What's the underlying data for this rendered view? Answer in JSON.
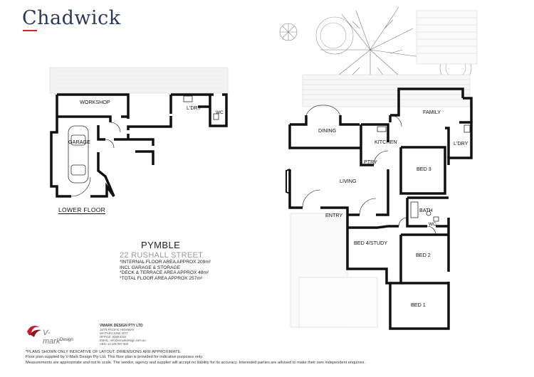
{
  "brand": {
    "name": "Chadwick",
    "accent": "#d1232a",
    "color": "#2b3a57"
  },
  "lower_floor": {
    "title": "LOWER FLOOR",
    "rooms": {
      "workshop": "WORKSHOP",
      "laundry": "L'DRY",
      "wc": "WC",
      "garage": "GARAGE"
    }
  },
  "upper_floor": {
    "rooms": {
      "dining": "DINING",
      "family": "FAMILY",
      "kitchen": "KITCHEN",
      "pantry": "PTRY",
      "laundry": "L'DRY",
      "bed3": "BED 3",
      "living": "LIVING",
      "bath": "BATH",
      "entry": "ENTRY",
      "wc": "WC",
      "bed4": "BED 4/STUDY",
      "bed2": "BED 2",
      "bed1": "BED 1"
    }
  },
  "property": {
    "suburb": "PYMBLE",
    "street": "22 RUSHALL STREET",
    "details": [
      "*INTERNAL FLOOR AREA APPROX 209m²",
      "INCL GARAGE & STORAGE",
      "*DECK & TERRACE AREA APPROX 48m²",
      "*TOTAL FLOOR AREA APPROX 257m²"
    ]
  },
  "vmark": {
    "logo_text": "V-mark",
    "logo_sub": "Design",
    "company": "VMARK DESIGN PTY LTD",
    "address_lines": [
      "18/73 PACIFIC HIGHWAY",
      "WAITARA NSW 2077",
      "OFFICE: 9489 8322",
      "EMAIL: info@vmarkdesign.com.au",
      "ABN: 12 108 067 500"
    ]
  },
  "disclaimer": {
    "line1": "*PLANS SHOWN ONLY INDICATIVE OF LAYOUT. DIMENSIONS ARE APPROXIMATE.",
    "line2": "Floor plan supplied by V-Mark Design Pty Ltd. This floor plan is provided for indicative purposes only.",
    "line3": "Measurements are approximate and not to scale. The vendor, agency and supplier will accept no liability for its accuracy. Interested parties are advised to make their own independent enquiries."
  }
}
